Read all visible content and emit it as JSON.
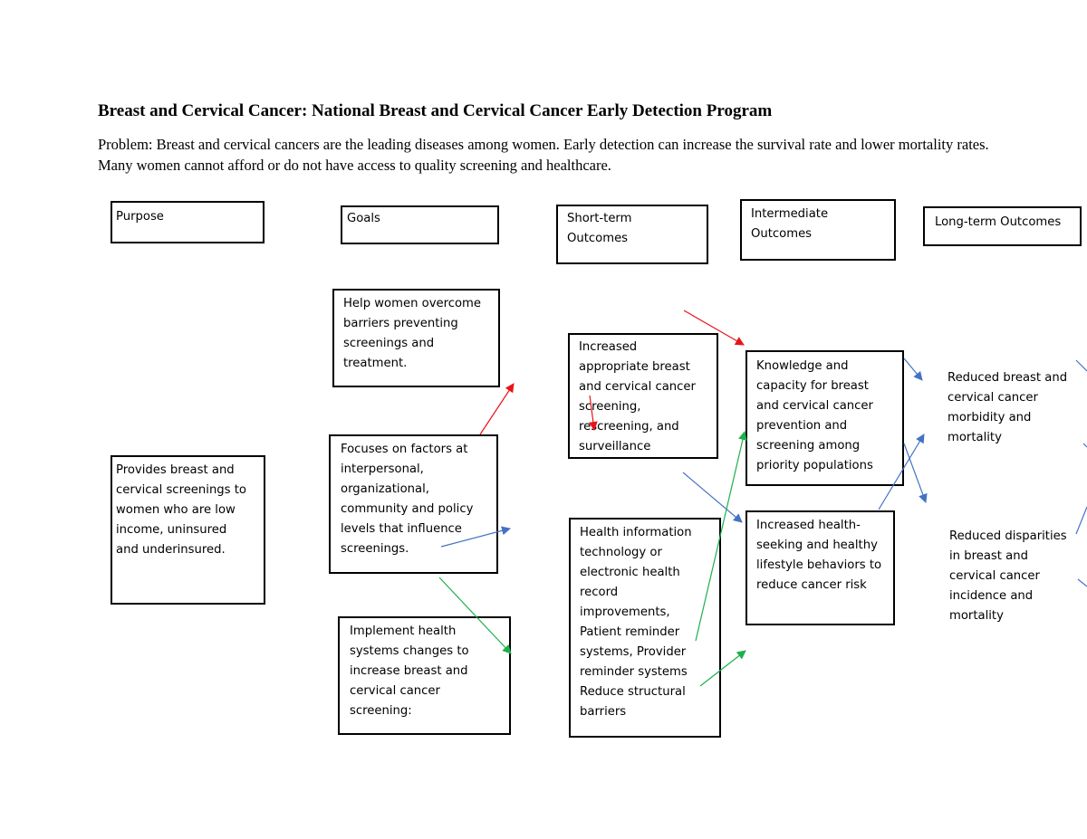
{
  "header": {
    "title": "Breast and Cervical Cancer: National Breast and Cervical Cancer Early Detection Program",
    "problem": "Problem: Breast and cervical cancers are the leading diseases among women. Early detection can increase the survival rate and lower mortality rates. Many women cannot afford or do not have access to quality screening and healthcare."
  },
  "columns": {
    "purpose": "Purpose",
    "goals": "Goals",
    "short_term": "Short-term\nOutcomes",
    "intermediate": "Intermediate\nOutcomes",
    "long_term": "Long-term Outcomes"
  },
  "purpose": {
    "text": "Provides breast and\ncervical screenings to\nwomen who are low\nincome, uninsured\nand underinsured."
  },
  "goals": {
    "overcome_barriers": "Help women overcome\nbarriers preventing\nscreenings and\ntreatment.",
    "focus_factors": "Focuses on factors at\ninterpersonal,\norganizational,\ncommunity and policy\nlevels that influence\nscreenings.",
    "health_systems": "Implement health\nsystems changes to\nincrease breast and\ncervical cancer\nscreening:"
  },
  "short_term": {
    "screening": "Increased\nappropriate breast\nand cervical cancer\nscreening,\nrescreening, and\nsurveillance",
    "hit": "Health information\ntechnology or\nelectronic health\nrecord\nimprovements,\nPatient reminder\nsystems, Provider\nreminder systems\nReduce structural\nbarriers"
  },
  "intermediate": {
    "knowledge": "Knowledge and\ncapacity for breast\nand cervical cancer\nprevention and\nscreening among\npriority populations",
    "health_seeking": "Increased health-\nseeking and healthy\nlifestyle behaviors to\nreduce cancer risk"
  },
  "long_term": {
    "morbidity": "Reduced breast and\ncervical cancer\nmorbidity and\nmortality",
    "disparities": "Reduced disparities\nin breast and\ncervical cancer\nincidence and\nmortality"
  },
  "colors": {
    "red": "#e8141b",
    "blue": "#4472c4",
    "green": "#1db04c"
  }
}
